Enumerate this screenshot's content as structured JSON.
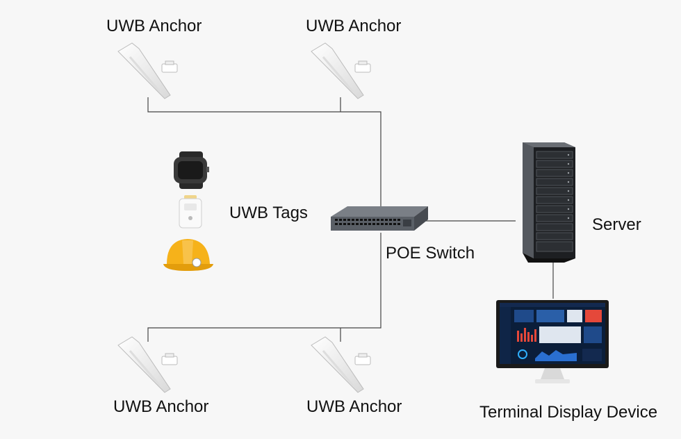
{
  "diagram": {
    "anchors": [
      {
        "label": "UWB Anchor"
      },
      {
        "label": "UWB Anchor"
      },
      {
        "label": "UWB Anchor"
      },
      {
        "label": "UWB Anchor"
      }
    ],
    "tags": {
      "label": "UWB Tags",
      "items": [
        {
          "icon": "smartwatch-tag-icon"
        },
        {
          "icon": "badge-tag-icon"
        },
        {
          "icon": "helmet-tag-icon"
        }
      ]
    },
    "switch": {
      "label": "POE Switch",
      "icon": "poe-switch-icon"
    },
    "server": {
      "label": "Server",
      "icon": "server-rack-icon"
    },
    "terminal": {
      "label": "Terminal Display Device",
      "icon": "monitor-icon"
    },
    "colors": {
      "line": "#444444",
      "anchor_body": "#ffffff",
      "switch_body": "#5a5f66",
      "server_body": "#1d1f22",
      "helmet": "#f6b21a",
      "screen_bg": "#0b1e3a"
    }
  }
}
